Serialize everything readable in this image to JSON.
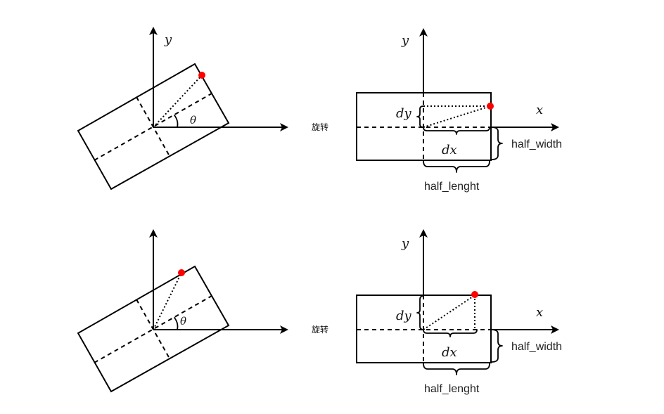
{
  "diagram": {
    "title": "",
    "accent_color": "#ff0000",
    "rows": [
      {
        "id": "case-1",
        "left_panel": {
          "axis_y_label": "y",
          "angle_label": "θ",
          "point": "corner-side-short-edge"
        },
        "transition_label": "旋转",
        "right_panel": {
          "axis_y_label": "y",
          "axis_x_label": "x",
          "dy_label": "dy",
          "dx_label": "dx",
          "half_width_label": "half_width",
          "half_length_label": "half_lenght",
          "point": "on-right-edge"
        }
      },
      {
        "id": "case-2",
        "left_panel": {
          "axis_y_label": "",
          "angle_label": "θ",
          "point": "on-long-edge"
        },
        "transition_label": "旋转",
        "right_panel": {
          "axis_y_label": "y",
          "axis_x_label": "x",
          "dy_label": "dy",
          "dx_label": "dx",
          "half_width_label": "half_width",
          "half_length_label": "half_lenght",
          "point": "on-top-edge"
        }
      }
    ]
  }
}
